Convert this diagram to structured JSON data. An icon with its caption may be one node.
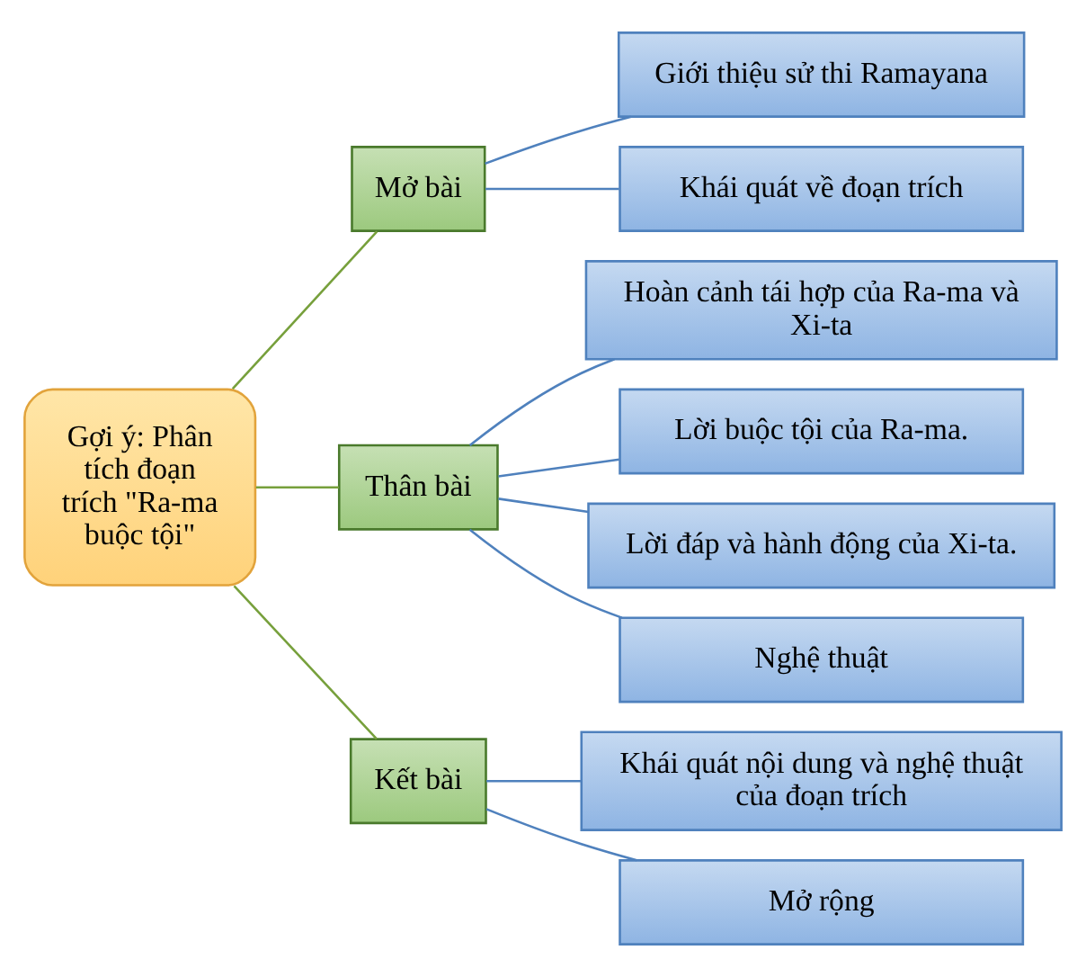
{
  "diagram": {
    "nodes": [
      {
        "text": [
          "Gợi ý: Phân tích đoạn trích \"Ra-ma buộc tội\""
        ]
      },
      {
        "text": [
          "Mở bài"
        ]
      },
      {
        "text": [
          "Giới thiệu sử thi Ramayana"
        ]
      },
      {
        "text": [
          "Khái quát về đoạn trích"
        ]
      },
      {
        "text": [
          "Thân bài"
        ]
      },
      {
        "text": [
          "Hoàn cảnh tái hợp của Ra-ma và Xi-ta"
        ]
      },
      {
        "text": [
          "Lời buộc tội của Ra-ma."
        ]
      },
      {
        "text": [
          "Lời đáp và hành động của Xi-ta."
        ]
      },
      {
        "text": [
          "Nghệ thuật"
        ]
      },
      {
        "text": [
          "Kết bài"
        ]
      },
      {
        "text": [
          "Khái quát nội dung và nghệ thuật của đoạn trích"
        ]
      },
      {
        "text": [
          "Mở rộng"
        ]
      }
    ],
    "edges": [
      {
        "from": 0,
        "to": 1,
        "arrow": "none",
        "color": "#77a03c"
      },
      {
        "from": 0,
        "to": 4,
        "arrow": "none",
        "color": "#77a03c"
      },
      {
        "from": 0,
        "to": 9,
        "arrow": "none",
        "color": "#77a03c"
      },
      {
        "from": 1,
        "to": 2,
        "arrow": "none"
      },
      {
        "from": 1,
        "to": 3,
        "arrow": "none"
      },
      {
        "from": 4,
        "to": 5,
        "arrow": "none"
      },
      {
        "from": 4,
        "to": 6,
        "arrow": "none"
      },
      {
        "from": 4,
        "to": 7,
        "arrow": "none"
      },
      {
        "from": 4,
        "to": 8,
        "arrow": "none"
      },
      {
        "from": 9,
        "to": 10,
        "arrow": "none"
      },
      {
        "from": 9,
        "to": 11,
        "arrow": "none"
      }
    ]
  }
}
